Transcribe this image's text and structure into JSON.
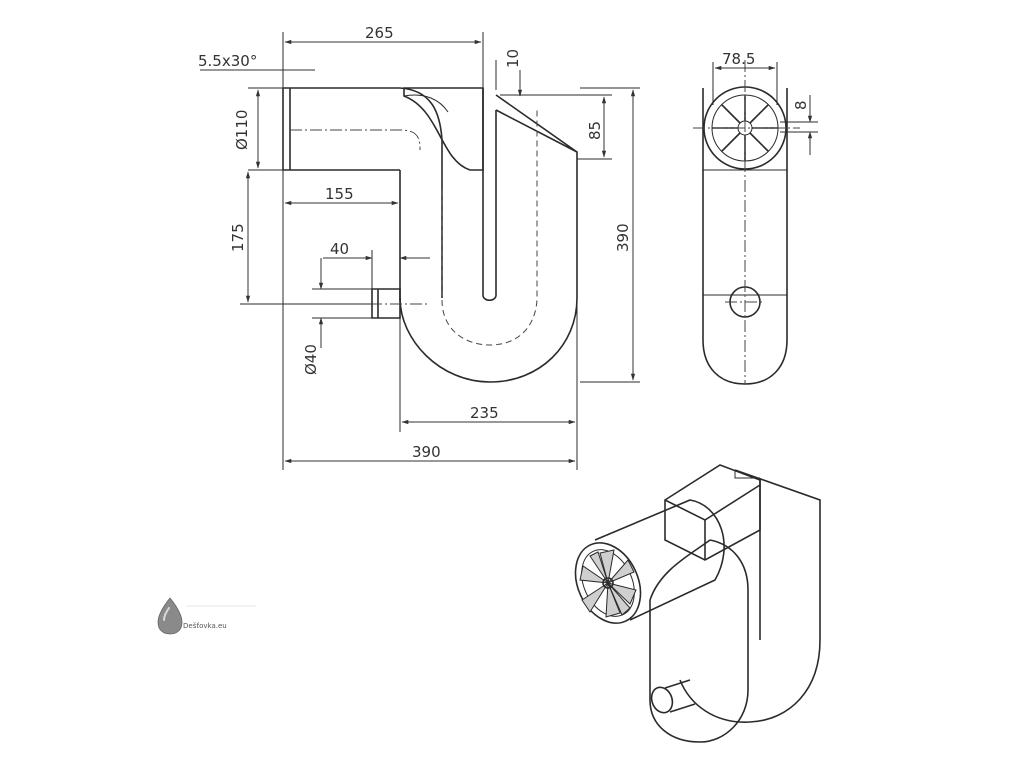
{
  "dimensions": {
    "d265": "265",
    "chamfer": "5.5x30°",
    "d10": "10",
    "d110": "Ø110",
    "d85": "85",
    "d155": "155",
    "d175": "175",
    "d390_v": "390",
    "d40": "40",
    "d40_dia": "Ø40",
    "d235": "235",
    "d390_h": "390",
    "d78_5": "78.5",
    "d8": "8"
  },
  "brand": {
    "name": "Dešťovka.eu",
    "drop_icon": "water-drop-icon"
  },
  "colors": {
    "line": "#2b2b2b",
    "dimension": "#333333",
    "shade": "#cfcfcf"
  }
}
